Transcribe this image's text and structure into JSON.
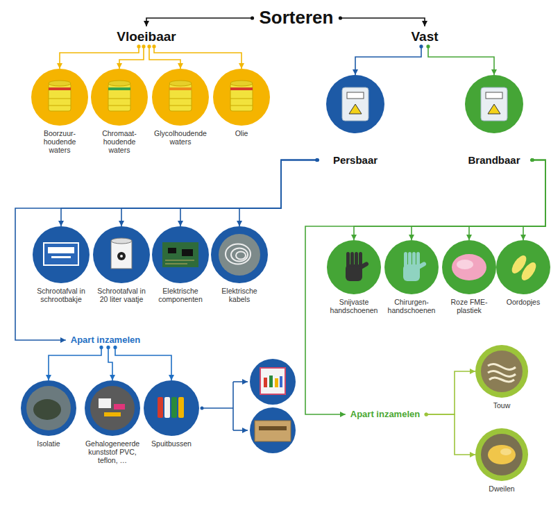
{
  "diagram": {
    "nodes": [
      {
        "text": [
          "Sorteren"
        ]
      },
      {
        "text": [
          "Vloeibaar"
        ]
      },
      {
        "text": [
          "Vast"
        ]
      },
      {
        "text": [
          "Boorzuur- houdende waters"
        ]
      },
      {
        "text": [
          "Chromaat- houdende waters"
        ]
      },
      {
        "text": [
          "Glycolhoudende waters"
        ]
      },
      {
        "text": [
          "Olie"
        ]
      },
      {
        "text": [
          "Persbaar"
        ]
      },
      {
        "text": [
          "Brandbaar"
        ]
      },
      {
        "text": [
          "Schrootafval in schrootbakje"
        ]
      },
      {
        "text": [
          "Schrootafval in 20 liter vaatje"
        ]
      },
      {
        "text": [
          "Elektrische componenten"
        ]
      },
      {
        "text": [
          "Elektrische kabels"
        ]
      },
      {
        "text": [
          "Snijvaste handschoenen"
        ]
      },
      {
        "text": [
          "Chirurgen- handschoenen"
        ]
      },
      {
        "text": [
          "Roze FME-plastiek"
        ]
      },
      {
        "text": [
          "Oordopjes"
        ]
      },
      {
        "text": [
          "Apart inzamelen"
        ]
      },
      {
        "text": [
          "Isolatie"
        ]
      },
      {
        "text": [
          "Gehalogeneerde kunststof PVC, teflon, …"
        ]
      },
      {
        "text": [
          "Spuitbussen"
        ]
      },
      {
        "text": [
          "Apart inzamelen"
        ]
      },
      {
        "text": [
          "Touw"
        ]
      },
      {
        "text": [
          "Dweilen"
        ]
      }
    ],
    "edges": [
      {
        "from": 0,
        "to": 1,
        "arrow": "to"
      },
      {
        "from": 0,
        "to": 2,
        "arrow": "to"
      },
      {
        "from": 1,
        "to": 3,
        "arrow": "to"
      },
      {
        "from": 1,
        "to": 4,
        "arrow": "to"
      },
      {
        "from": 1,
        "to": 5,
        "arrow": "to"
      },
      {
        "from": 1,
        "to": 6,
        "arrow": "to"
      },
      {
        "from": 2,
        "to": 7,
        "arrow": "to"
      },
      {
        "from": 2,
        "to": 8,
        "arrow": "to"
      },
      {
        "from": 7,
        "to": 9,
        "arrow": "to"
      },
      {
        "from": 7,
        "to": 10,
        "arrow": "to"
      },
      {
        "from": 7,
        "to": 11,
        "arrow": "to"
      },
      {
        "from": 7,
        "to": 12,
        "arrow": "to"
      },
      {
        "from": 7,
        "to": 17,
        "arrow": "to"
      },
      {
        "from": 17,
        "to": 18,
        "arrow": "to"
      },
      {
        "from": 17,
        "to": 19,
        "arrow": "to"
      },
      {
        "from": 17,
        "to": 20,
        "arrow": "to"
      },
      {
        "from": 8,
        "to": 13,
        "arrow": "to"
      },
      {
        "from": 8,
        "to": 14,
        "arrow": "to"
      },
      {
        "from": 8,
        "to": 15,
        "arrow": "to"
      },
      {
        "from": 8,
        "to": 16,
        "arrow": "to"
      },
      {
        "from": 8,
        "to": 21,
        "arrow": "to"
      },
      {
        "from": 21,
        "to": 22,
        "arrow": "to"
      },
      {
        "from": 21,
        "to": 23,
        "arrow": "to"
      }
    ]
  }
}
